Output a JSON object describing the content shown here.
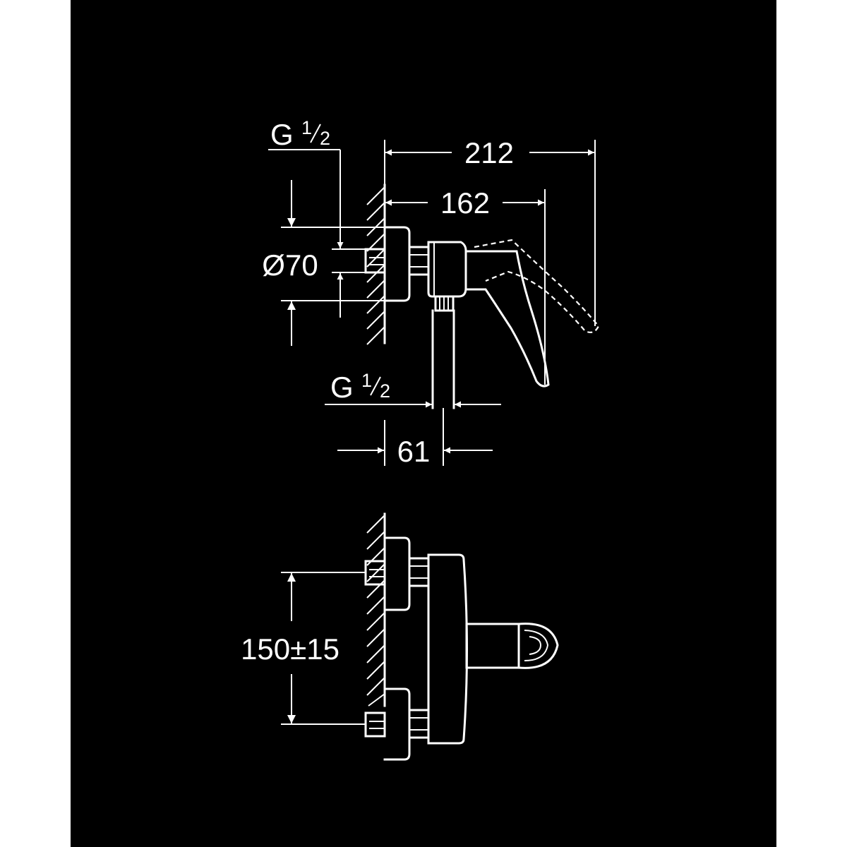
{
  "colors": {
    "background": "#ffffff",
    "panel": "#000000",
    "line": "#ffffff"
  },
  "dimensions": {
    "overall_depth": "212",
    "depth_to_lever": "162",
    "escutcheon_diameter": "Ø70",
    "inlet_connection": {
      "base": "G",
      "num": "1",
      "den": "2"
    },
    "outlet_connection": {
      "base": "G",
      "num": "1",
      "den": "2"
    },
    "outlet_offset": "61",
    "inlet_centers": "150±15"
  }
}
